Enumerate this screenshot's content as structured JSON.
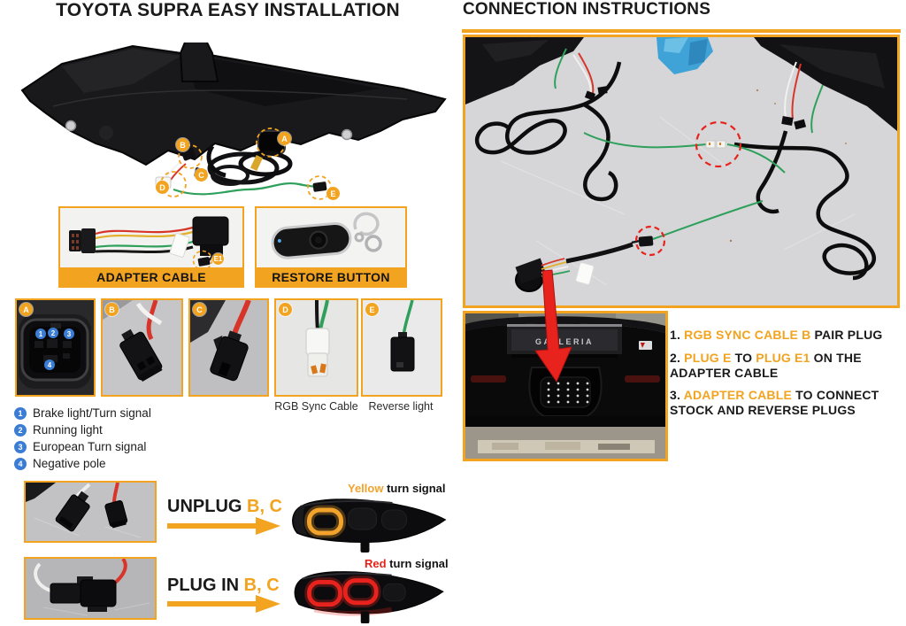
{
  "titles": {
    "left": "TOYOTA SUPRA EASY INSTALLATION",
    "right": "CONNECTION INSTRUCTIONS"
  },
  "callouts": {
    "a": "A",
    "b": "B",
    "c": "C",
    "d": "D",
    "e": "E",
    "e1": "E1"
  },
  "boxes": {
    "adapter_cable": "ADAPTER CABLE",
    "restore_button": "RESTORE BUTTON"
  },
  "connector_cards": [
    {
      "letter": "A",
      "caption": ""
    },
    {
      "letter": "B",
      "caption": ""
    },
    {
      "letter": "C",
      "caption": ""
    },
    {
      "letter": "D",
      "caption": "RGB Sync Cable"
    },
    {
      "letter": "E",
      "caption": "Reverse light"
    }
  ],
  "pinout": [
    {
      "num": "1",
      "label": "Brake light/Turn signal"
    },
    {
      "num": "2",
      "label": "Running light"
    },
    {
      "num": "3",
      "label": "European Turn signal"
    },
    {
      "num": "4",
      "label": "Negative pole"
    }
  ],
  "actions": [
    {
      "verb": "UNPLUG ",
      "targets": "B, C",
      "result_word": "Yellow",
      "result_rest": " turn signal"
    },
    {
      "verb": "PLUG IN ",
      "targets": "B, C",
      "result_word": "Red",
      "result_rest": " turn signal"
    }
  ],
  "steps": [
    {
      "prefix": "1. ",
      "segments": [
        {
          "t": "RGB SYNC CABLE B",
          "hl": true
        },
        {
          "t": " PAIR PLUG",
          "hl": false
        }
      ]
    },
    {
      "prefix": "2. ",
      "segments": [
        {
          "t": "PLUG E",
          "hl": true
        },
        {
          "t": " TO ",
          "hl": false
        },
        {
          "t": "PLUG E1",
          "hl": true
        },
        {
          "t": " ON THE ADAPTER CABLE",
          "hl": false
        }
      ]
    },
    {
      "prefix": "3. ",
      "segments": [
        {
          "t": "ADAPTER CABLE",
          "hl": true
        },
        {
          "t": " TO CONNECT STOCK AND REVERSE PLUGS",
          "hl": false
        }
      ]
    }
  ],
  "car": {
    "plate": "GALLERIA"
  },
  "colors": {
    "accent": "#F2A31F",
    "blue_badge": "#3B7CD4",
    "red": "#E62319",
    "green_wire": "#2EA05B",
    "yellow_glow": "#F2A32C"
  }
}
